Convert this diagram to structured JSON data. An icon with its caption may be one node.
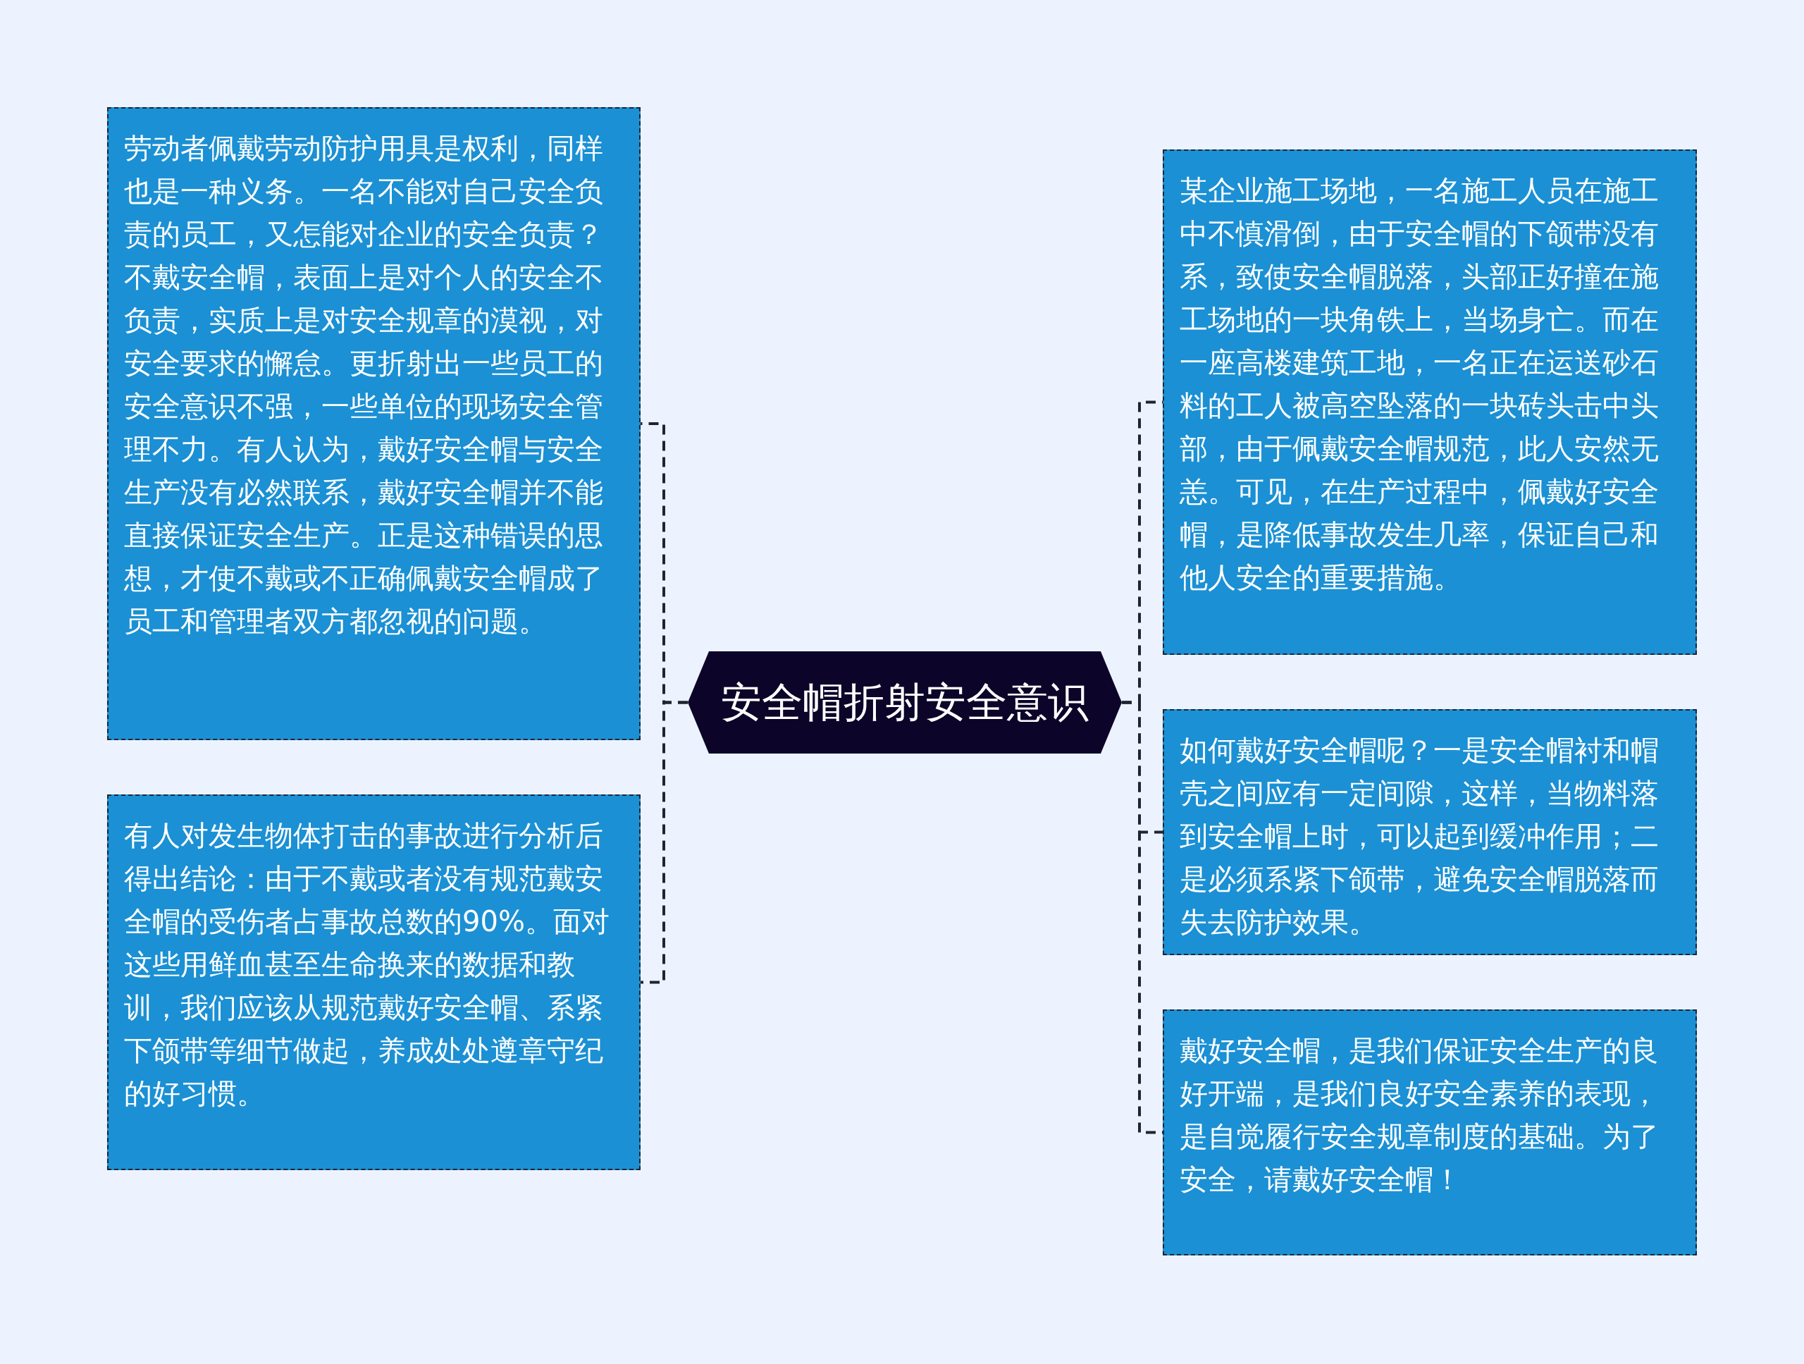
{
  "diagram": {
    "nodes": [
      {
        "text": [
          "安全帽折射安全意识"
        ]
      },
      {
        "text": [
          "劳动者佩戴劳动防护用具是权利，同样也是一种义务。一名不能对自己安全负责的员工，又怎能对企业的安全负责？不戴安全帽，表面上是对个人的安全不负责，实质上是对安全规章的漠视，对安全要求的懈怠。更折射出一些员工的安全意识不强，一些单位的现场安全管理不力。有人认为，戴好安全帽与安全生产没有必然联系，戴好安全帽并不能直接保证安全生产。正是这种错误的思想，才使不戴或不正确佩戴安全帽成了员工和管理者双方都忽视的问题。"
        ]
      },
      {
        "text": [
          "有人对发生物体打击的事故进行分析后得出结论：由于不戴或者没有规范戴安全帽的受伤者占事故总数的90%。面对这些用鲜血甚至生命换来的数据和教训，我们应该从规范戴好安全帽、系紧下颌带等细节做起，养成处处遵章守纪的好习惯。"
        ]
      },
      {
        "text": [
          "某企业施工场地，一名施工人员在施工中不慎滑倒，由于安全帽的下颌带没有系，致使安全帽脱落，头部正好撞在施工场地的一块角铁上，当场身亡。而在一座高楼建筑工地，一名正在运送砂石料的工人被高空坠落的一块砖头击中头部，由于佩戴安全帽规范，此人安然无恙。可见，在生产过程中，佩戴好安全帽，是降低事故发生几率，保证自己和他人安全的重要措施。"
        ]
      },
      {
        "text": [
          "如何戴好安全帽呢？一是安全帽衬和帽壳之间应有一定间隙，这样，当物料落到安全帽上时，可以起到缓冲作用；二是必须系紧下颌带，避免安全帽脱落而失去防护效果。"
        ]
      },
      {
        "text": [
          "戴好安全帽，是我们保证安全生产的良好开端，是我们良好安全素养的表现，是自觉履行安全规章制度的基础。为了安全，请戴好安全帽！"
        ]
      }
    ],
    "edges": [
      {
        "from": 0,
        "to": 1,
        "arrow": "none",
        "style": "dashed"
      },
      {
        "from": 0,
        "to": 2,
        "arrow": "none",
        "style": "dashed"
      },
      {
        "from": 0,
        "to": 3,
        "arrow": "none",
        "style": "dashed"
      },
      {
        "from": 0,
        "to": 4,
        "arrow": "none",
        "style": "dashed"
      },
      {
        "from": 0,
        "to": 5,
        "arrow": "none",
        "style": "dashed"
      }
    ]
  }
}
